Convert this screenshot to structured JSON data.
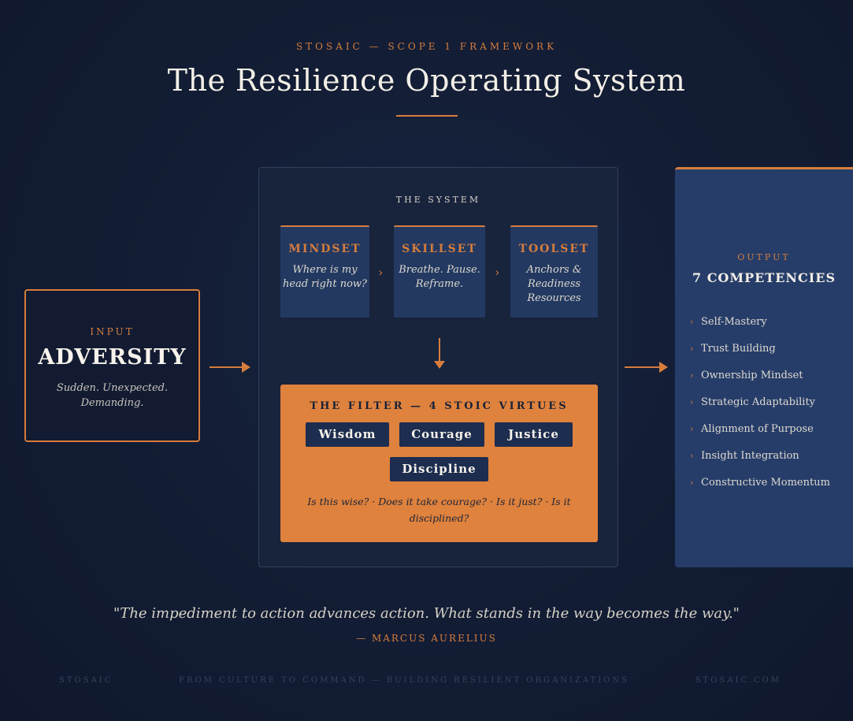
{
  "header": {
    "kicker": "STOSAIC — SCOPE 1 FRAMEWORK",
    "title": "The Resilience Operating System"
  },
  "input": {
    "label": "INPUT",
    "title": "ADVERSITY",
    "description": "Sudden. Unexpected. Demanding."
  },
  "system": {
    "label": "THE SYSTEM",
    "stages": [
      {
        "title": "MINDSET",
        "description": "Where is my head right now?"
      },
      {
        "title": "SKILLSET",
        "description": "Breathe. Pause. Reframe."
      },
      {
        "title": "TOOLSET",
        "description": "Anchors & Readiness Resources"
      }
    ],
    "chevron_icon": "›"
  },
  "filter": {
    "title": "THE FILTER — 4 STOIC VIRTUES",
    "virtues": [
      "Wisdom",
      "Courage",
      "Justice",
      "Discipline"
    ],
    "question_text": "Is this wise? · Does it take courage? · Is it just? · Is it disciplined?"
  },
  "output": {
    "label": "OUTPUT",
    "title": "7 COMPETENCIES",
    "items": [
      "Self-Mastery",
      "Trust Building",
      "Ownership Mindset",
      "Strategic Adaptability",
      "Alignment of Purpose",
      "Insight Integration",
      "Constructive Momentum"
    ],
    "item_icon": "›"
  },
  "quote": {
    "text": "\"The impediment to action advances action. What stands in the way becomes the way.\"",
    "author": "— MARCUS AURELIUS"
  },
  "footer": {
    "left": "STOSAIC",
    "center": "FROM CULTURE TO COMMAND — BUILDING RESILIENT ORGANIZATIONS",
    "right": "STOSAIC.COM"
  },
  "colors": {
    "background": "#121c33",
    "accent": "#d67d3d",
    "panel": "#18233c",
    "card": "#233961",
    "output_panel": "#263d69"
  }
}
